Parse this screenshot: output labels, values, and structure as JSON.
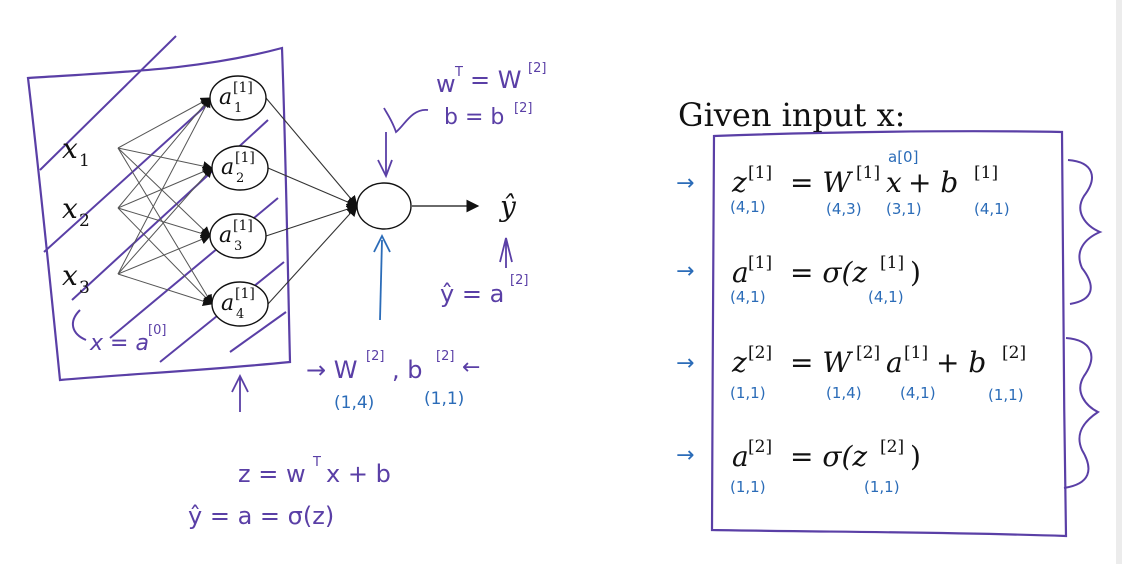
{
  "colors": {
    "ink_black": "#111111",
    "ink_purple": "#5a3fa6",
    "ink_blue": "#2b6cb8"
  },
  "network": {
    "inputs": [
      "x",
      "x",
      "x"
    ],
    "input_subs": [
      "1",
      "2",
      "3"
    ],
    "hidden": [
      {
        "base": "a",
        "sup": "[1]",
        "sub": "1"
      },
      {
        "base": "a",
        "sup": "[1]",
        "sub": "2"
      },
      {
        "base": "a",
        "sup": "[1]",
        "sub": "3"
      },
      {
        "base": "a",
        "sup": "[1]",
        "sub": "4"
      }
    ],
    "output": "ŷ"
  },
  "annotations": {
    "x_eq_a0": "x = a",
    "x_eq_a0_sup": "[0]",
    "wT_eq": "w",
    "wT_sup": "T",
    "wT_rhs": "= W",
    "wT_rhs_sup": "[2]",
    "b_eq": "b = b",
    "b_eq_sup": "[2]",
    "yhat_eq": "ŷ = a",
    "yhat_eq_sup": "[2]",
    "w2_b2": "→ W",
    "w2_sup": "[2]",
    "b2_comma": ", b",
    "b2_sup": "[2]",
    "b2_arrow": "←",
    "w2_dim": "(1,4)",
    "b2_dim": "(1,1)",
    "z_eq": "z = w",
    "z_eq_sup": "T",
    "z_eq_rest": "x + b",
    "yhat_sig": "ŷ = a = σ(z)"
  },
  "equations": {
    "heading": "Given input x:",
    "rows": [
      {
        "lhs": "z",
        "lhs_sup": "[1]",
        "rhs_parts": [
          {
            "t": "= W",
            "sup": "[1]"
          },
          {
            "t": "x",
            "sup": ""
          },
          {
            "t": " + b",
            "sup": "[1]"
          }
        ],
        "above_note": "a[0]",
        "dims": [
          "(4,1)",
          "(4,3)",
          "(3,1)",
          "(4,1)"
        ]
      },
      {
        "lhs": "a",
        "lhs_sup": "[1]",
        "rhs_parts": [
          {
            "t": "= σ(z",
            "sup": "[1]"
          },
          {
            "t": ")",
            "sup": ""
          }
        ],
        "dims": [
          "(4,1)",
          "(4,1)"
        ]
      },
      {
        "lhs": "z",
        "lhs_sup": "[2]",
        "rhs_parts": [
          {
            "t": "= W",
            "sup": "[2]"
          },
          {
            "t": "a",
            "sup": "[1]"
          },
          {
            "t": " + b",
            "sup": "[2]"
          }
        ],
        "dims": [
          "(1,1)",
          "(1,4)",
          "(4,1)",
          "(1,1)"
        ]
      },
      {
        "lhs": "a",
        "lhs_sup": "[2]",
        "rhs_parts": [
          {
            "t": "= σ(z",
            "sup": "[2]"
          },
          {
            "t": ")",
            "sup": ""
          }
        ],
        "dims": [
          "(1,1)",
          "(1,1)"
        ]
      }
    ]
  }
}
